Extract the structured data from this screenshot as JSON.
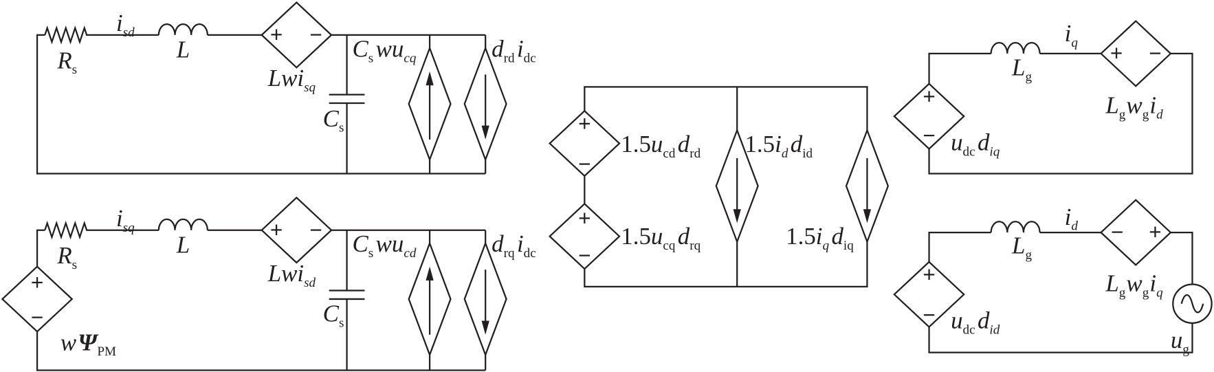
{
  "colors": {
    "line": "#231f20",
    "background": "#ffffff"
  },
  "circuits": {
    "stator_d": {
      "resistor_label": [
        "R",
        "s"
      ],
      "current_label": [
        "i",
        "sd"
      ],
      "inductor_label": [
        "L"
      ],
      "voltage_source_label": [
        "Lwi",
        "sq"
      ],
      "voltage_source_polarity": [
        "+",
        "−"
      ],
      "capacitor_label": [
        "C",
        "s"
      ],
      "coupling_current_label": [
        "C",
        "s",
        "wu",
        "cq"
      ],
      "dc_current_label": [
        "d",
        "rd",
        "i",
        "dc"
      ]
    },
    "stator_q": {
      "resistor_label": [
        "R",
        "s"
      ],
      "current_label": [
        "i",
        "sq"
      ],
      "inductor_label": [
        "L"
      ],
      "voltage_source_label": [
        "Lwi",
        "sd"
      ],
      "voltage_source_polarity": [
        "+",
        "−"
      ],
      "back_emf_label": [
        "w",
        "Ψ",
        "PM"
      ],
      "back_emf_polarity": [
        "+",
        "−"
      ],
      "capacitor_label": [
        "C",
        "s"
      ],
      "coupling_current_label": [
        "C",
        "s",
        "wu",
        "cd"
      ],
      "dc_current_label": [
        "d",
        "rq",
        "i",
        "dc"
      ]
    },
    "dc_link": {
      "source_d_label": [
        "1.5",
        "u",
        "cd",
        "d",
        "rd"
      ],
      "source_d_polarity": [
        "+",
        "−"
      ],
      "source_q_label": [
        "1.5",
        "u",
        "cq",
        "d",
        "rq"
      ],
      "source_q_polarity": [
        "+",
        "−"
      ],
      "current_d_label": [
        "1.5",
        "i",
        "d",
        "d",
        "id"
      ],
      "current_q_label": [
        "1.5",
        "i",
        "q",
        "d",
        "iq"
      ]
    },
    "grid_q": {
      "inductor_label": [
        "L",
        "g"
      ],
      "current_label": [
        "i",
        "q"
      ],
      "coupling_source_label": [
        "L",
        "g",
        "w",
        "g",
        "i",
        "d"
      ],
      "coupling_source_polarity": [
        "+",
        "−"
      ],
      "converter_source_label": [
        "u",
        "dc",
        "d",
        "iq"
      ],
      "converter_source_polarity": [
        "+",
        "−"
      ]
    },
    "grid_d": {
      "inductor_label": [
        "L",
        "g"
      ],
      "current_label": [
        "i",
        "d"
      ],
      "coupling_source_label": [
        "L",
        "g",
        "w",
        "g",
        "i",
        "q"
      ],
      "coupling_source_polarity": [
        "−",
        "+"
      ],
      "converter_source_label": [
        "u",
        "dc",
        "d",
        "id"
      ],
      "converter_source_polarity": [
        "+",
        "−"
      ],
      "grid_voltage_label": [
        "u",
        "g"
      ]
    }
  }
}
